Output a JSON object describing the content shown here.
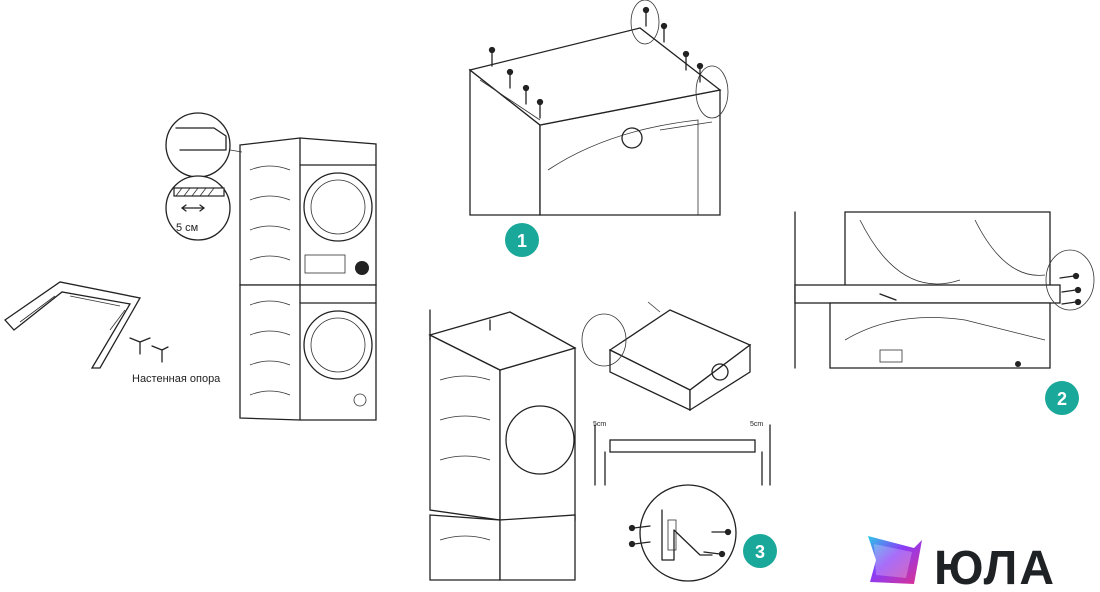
{
  "labels": {
    "wall_support": "Настенная опора",
    "gap_cm": "5 см",
    "gap_left": "5cm",
    "gap_right": "5cm"
  },
  "steps": [
    {
      "number": "1"
    },
    {
      "number": "2"
    },
    {
      "number": "3"
    }
  ],
  "brand": {
    "name": "ЮЛА"
  },
  "colors": {
    "step_badge": "#1aa89a",
    "line": "#222222",
    "logo_gradient": [
      "#8b3cf7",
      "#e0308a",
      "#2bc7e8"
    ]
  }
}
